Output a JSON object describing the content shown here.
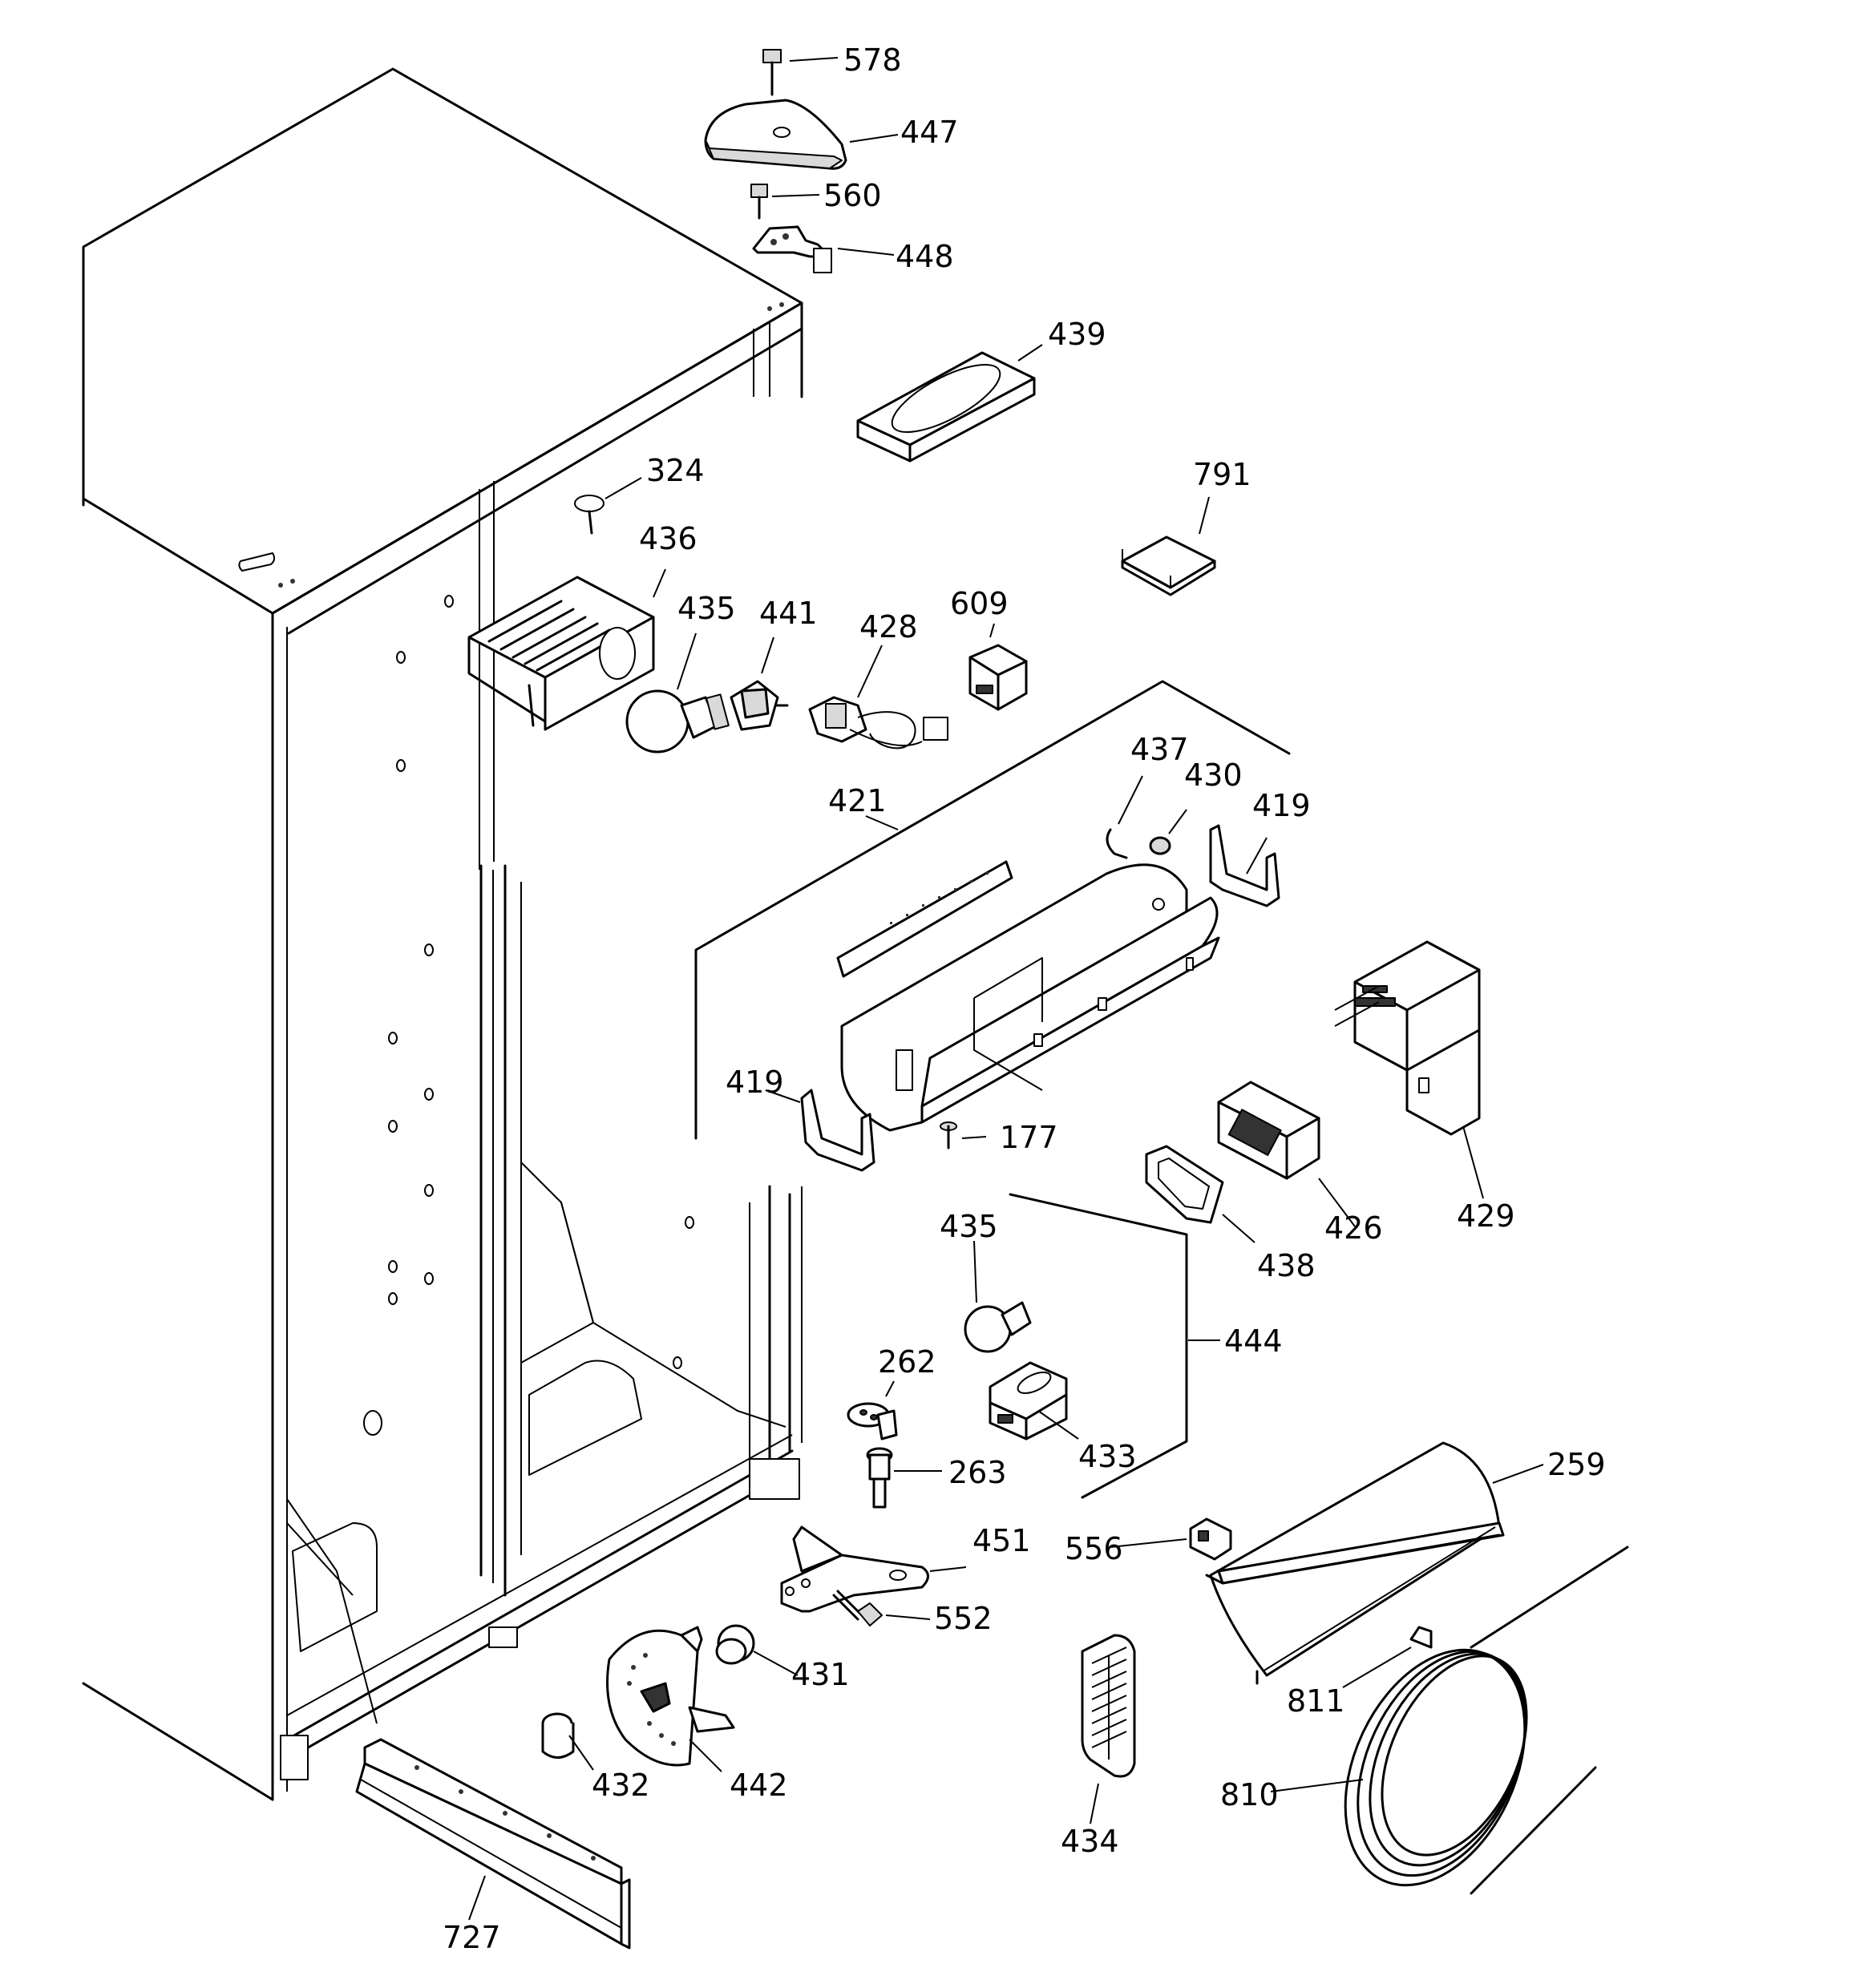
{
  "parts": [
    {
      "id": "p578",
      "label": "578"
    },
    {
      "id": "p447",
      "label": "447"
    },
    {
      "id": "p560",
      "label": "560"
    },
    {
      "id": "p448",
      "label": "448"
    },
    {
      "id": "p439",
      "label": "439"
    },
    {
      "id": "p324",
      "label": "324"
    },
    {
      "id": "p791",
      "label": "791"
    },
    {
      "id": "p436",
      "label": "436"
    },
    {
      "id": "p435a",
      "label": "435"
    },
    {
      "id": "p441",
      "label": "441"
    },
    {
      "id": "p428",
      "label": "428"
    },
    {
      "id": "p609",
      "label": "609"
    },
    {
      "id": "p437",
      "label": "437"
    },
    {
      "id": "p430",
      "label": "430"
    },
    {
      "id": "p419a",
      "label": "419"
    },
    {
      "id": "p421",
      "label": "421"
    },
    {
      "id": "p419b",
      "label": "419"
    },
    {
      "id": "p177",
      "label": "177"
    },
    {
      "id": "p429",
      "label": "429"
    },
    {
      "id": "p426",
      "label": "426"
    },
    {
      "id": "p438",
      "label": "438"
    },
    {
      "id": "p435b",
      "label": "435"
    },
    {
      "id": "p444",
      "label": "444"
    },
    {
      "id": "p262",
      "label": "262"
    },
    {
      "id": "p263",
      "label": "263"
    },
    {
      "id": "p433",
      "label": "433"
    },
    {
      "id": "p259",
      "label": "259"
    },
    {
      "id": "p451",
      "label": "451"
    },
    {
      "id": "p556",
      "label": "556"
    },
    {
      "id": "p552",
      "label": "552"
    },
    {
      "id": "p431",
      "label": "431"
    },
    {
      "id": "p811",
      "label": "811"
    },
    {
      "id": "p432",
      "label": "432"
    },
    {
      "id": "p442",
      "label": "442"
    },
    {
      "id": "p810",
      "label": "810"
    },
    {
      "id": "p434",
      "label": "434"
    },
    {
      "id": "p727",
      "label": "727"
    }
  ]
}
